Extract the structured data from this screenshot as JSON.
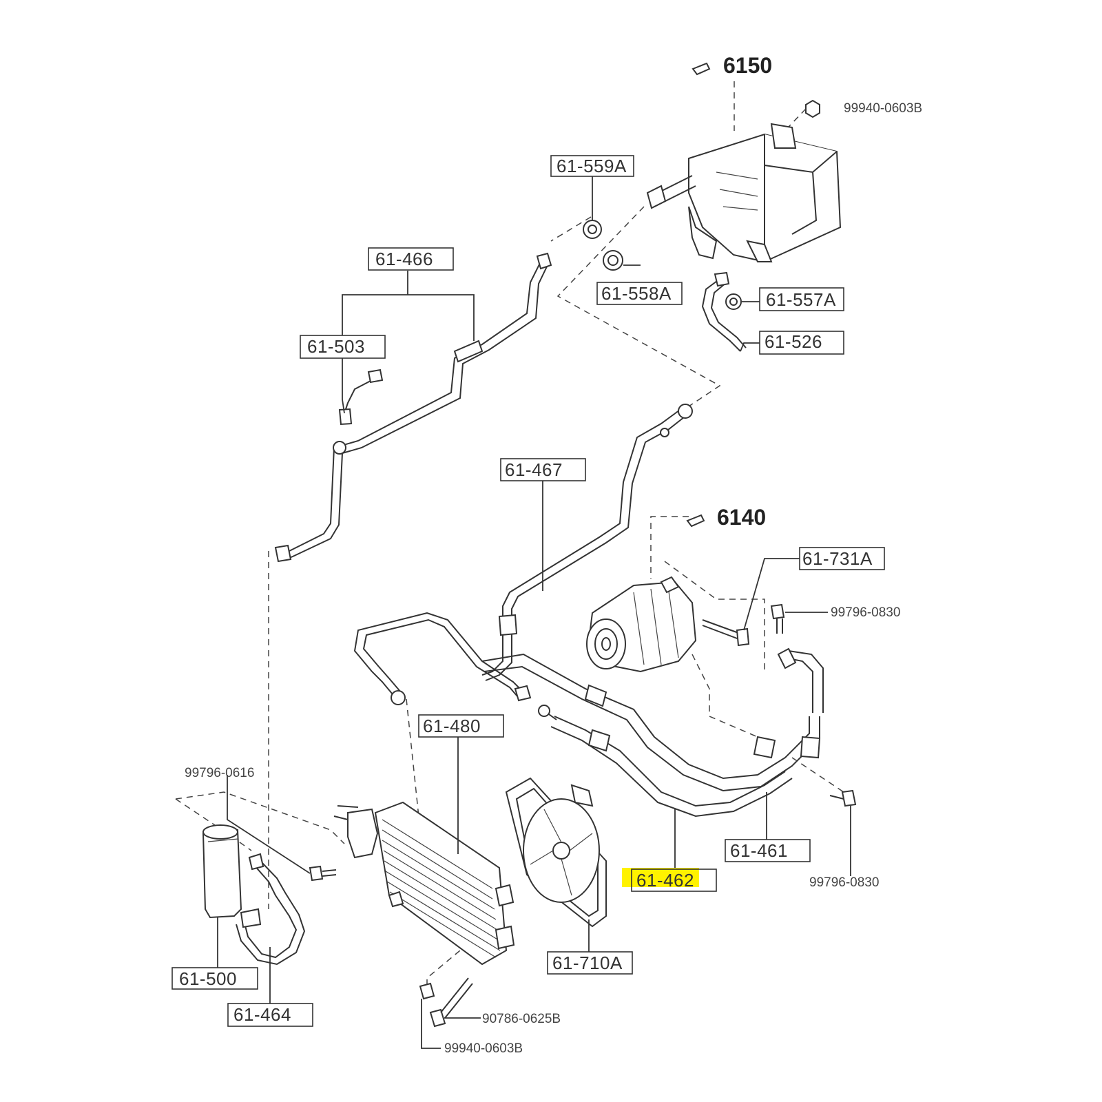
{
  "callouts": {
    "assembly_6150": "6150",
    "assembly_6140": "6140"
  },
  "labels": {
    "p61_559A": "61-559A",
    "p61_466": "61-466",
    "p61_558A": "61-558A",
    "p61_557A": "61-557A",
    "p61_503": "61-503",
    "p61_526": "61-526",
    "p61_467": "61-467",
    "p61_731A": "61-731A",
    "p61_480": "61-480",
    "p61_461": "61-461",
    "p61_462": "61-462",
    "p61_710A": "61-710A",
    "p61_500": "61-500",
    "p61_464": "61-464"
  },
  "hardware": {
    "h99940_0603B_top": "99940-0603B",
    "h99796_0830_upper": "99796-0830",
    "h99796_0616": "99796-0616",
    "h99796_0830_lower": "99796-0830",
    "h90786_0625B": "90786-0625B",
    "h99940_0603B_bottom": "99940-0603B"
  },
  "highlight": {
    "color": "#fff200",
    "target": "61-462"
  }
}
